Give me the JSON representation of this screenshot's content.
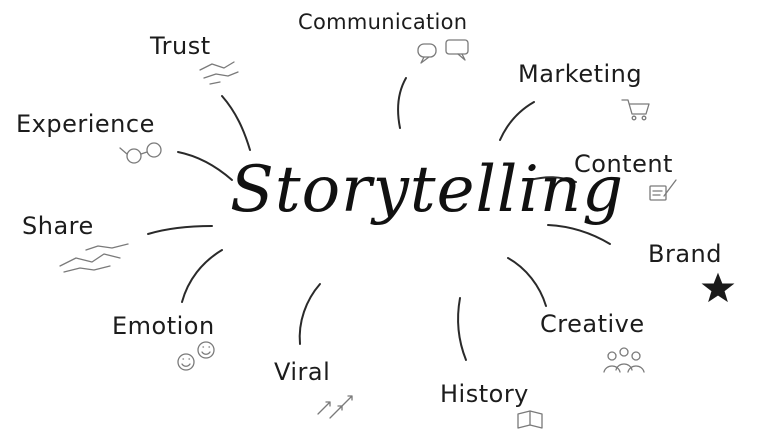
{
  "center": {
    "label": "Storytelling"
  },
  "nodes": {
    "communication": {
      "label": "Communication",
      "icon": "speech-bubbles-icon"
    },
    "marketing": {
      "label": "Marketing",
      "icon": "cart-icon"
    },
    "content": {
      "label": "Content",
      "icon": "document-pen-icon"
    },
    "brand": {
      "label": "Brand",
      "icon": "star-icon"
    },
    "creative": {
      "label": "Creative",
      "icon": "people-group-icon"
    },
    "history": {
      "label": "History",
      "icon": "book-icon"
    },
    "viral": {
      "label": "Viral",
      "icon": "arrows-icon"
    },
    "emotion": {
      "label": "Emotion",
      "icon": "faces-icon"
    },
    "share": {
      "label": "Share",
      "icon": "handshake-icon"
    },
    "experience": {
      "label": "Experience",
      "icon": "glasses-icon"
    },
    "trust": {
      "label": "Trust",
      "icon": "handshake-icon"
    }
  },
  "colors": {
    "ink": "#1a1a1a",
    "icon": "#7a7a7a",
    "background": "#ffffff"
  }
}
